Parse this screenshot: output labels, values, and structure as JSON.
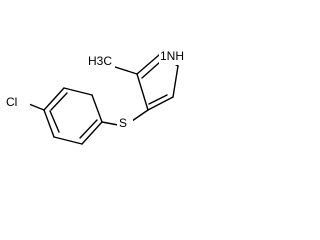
{
  "structure": {
    "atoms": {
      "chlorine": "Cl",
      "sulfur": "S",
      "methyl": "H3C",
      "nitrogen_h": "1NH"
    }
  }
}
